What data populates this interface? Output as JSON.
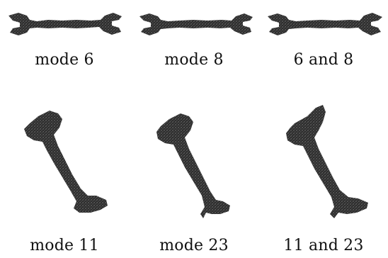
{
  "figure": {
    "panels": [
      {
        "caption": "mode 6",
        "object": "wrench-icon"
      },
      {
        "caption": "mode 8",
        "object": "wrench-icon"
      },
      {
        "caption": "6 and 8",
        "object": "wrench-icon"
      },
      {
        "caption": "mode 11",
        "object": "bone-icon"
      },
      {
        "caption": "mode 23",
        "object": "bone-icon"
      },
      {
        "caption": "11 and 23",
        "object": "bone-icon"
      }
    ],
    "ink_color": "#2b2b2b",
    "background_color": "#ffffff"
  }
}
